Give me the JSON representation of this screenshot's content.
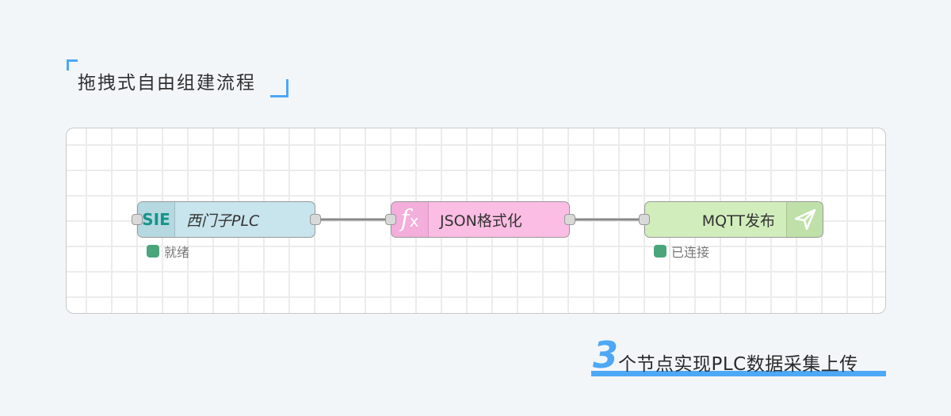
{
  "title": "拖拽式自由组建流程",
  "colors": {
    "accent": "#4da8f5",
    "status_ok": "#4aa57c",
    "node_plc": "#c8e4ec",
    "node_function": "#fbbde3",
    "node_mqtt": "#d2edbc"
  },
  "flow": {
    "nodes": [
      {
        "id": "plc",
        "icon": "siemens-logo-icon",
        "icon_text": "SIE",
        "label": "西门子PLC",
        "status": "就绪"
      },
      {
        "id": "json",
        "icon": "function-icon",
        "icon_text": "f",
        "icon_sub": "x",
        "label": "JSON格式化"
      },
      {
        "id": "mqtt",
        "icon": "send-icon",
        "label": "MQTT发布",
        "status": "已连接"
      }
    ],
    "wires": [
      {
        "from": "plc",
        "to": "json"
      },
      {
        "from": "json",
        "to": "mqtt"
      }
    ]
  },
  "caption": {
    "number": "3",
    "text": "个节点实现PLC数据采集上传"
  }
}
